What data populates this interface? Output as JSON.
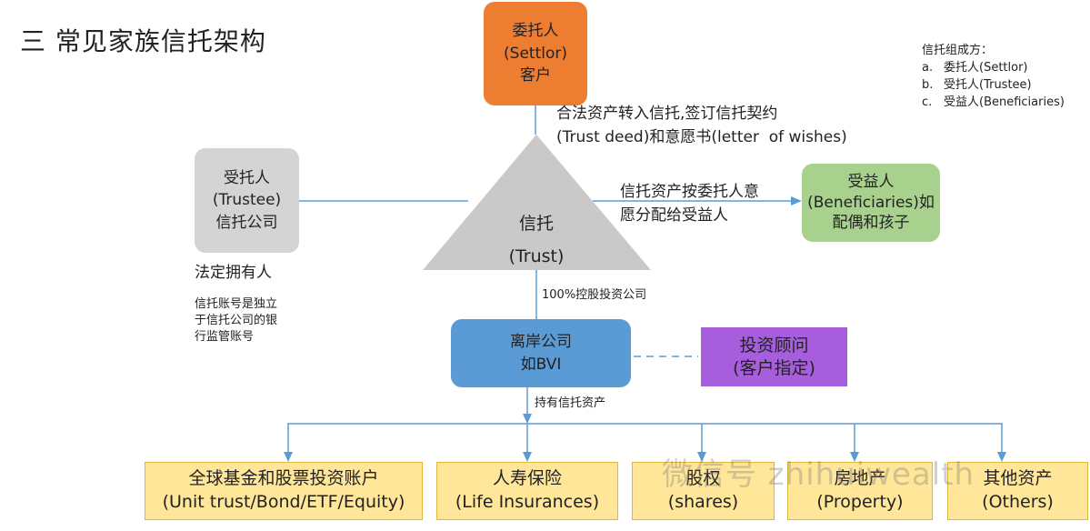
{
  "title": "三 常见家族信托架构",
  "legend": {
    "heading": "信托组成方：",
    "items": [
      {
        "marker": "a.",
        "text": "委托人(Settlor)"
      },
      {
        "marker": "b.",
        "text": "受托人(Trustee)"
      },
      {
        "marker": "c.",
        "text": "受益人(Beneficiaries)"
      }
    ]
  },
  "nodes": {
    "settlor": {
      "line1": "委托人",
      "line2": "(Settlor)",
      "line3": "客户"
    },
    "trustee": {
      "line1": "受托人",
      "line2": "(Trustee)",
      "line3": "信托公司"
    },
    "trust": {
      "line1": "信托",
      "line2": "(Trust)"
    },
    "beneficiaries": {
      "line1": "受益人",
      "line2": "(Beneficiaries)如",
      "line3": "配偶和孩子"
    },
    "offshore": {
      "line1": "离岸公司",
      "line2": "如BVI"
    },
    "advisor": {
      "line1": "投资顾问",
      "line2": "(客户指定)"
    }
  },
  "notes": {
    "deed": {
      "line1": "合法资产转入信托,签订信托契约",
      "line2": "(Trust deed)和意愿书(letter  of wishes)"
    },
    "distribution": {
      "line1": "信托资产按委托人意",
      "line2": "愿分配给受益人"
    },
    "legal_owner": "法定拥有人",
    "account": {
      "line1": "信托账号是独立",
      "line2": "于信托公司的银",
      "line3": "行监管账号"
    },
    "holding": "100%控股投资公司",
    "hold_assets": "持有信托资产"
  },
  "assets": [
    {
      "line1": "全球基金和股票投资账户",
      "line2": "(Unit trust/Bond/ETF/Equity)"
    },
    {
      "line1": "人寿保险",
      "line2": "(Life Insurances)"
    },
    {
      "line1": "股权",
      "line2": "(shares)"
    },
    {
      "line1": "房地产",
      "line2": "(Property)"
    },
    {
      "line1": "其他资产",
      "line2": "(Others)"
    }
  ],
  "watermark": "微信号 zhihuiwealth",
  "colors": {
    "settlor": "#ED7D31",
    "trustee": "#D4D4D4",
    "trust": "#C9C9C9",
    "beneficiaries": "#A9D18E",
    "offshore": "#5B9BD5",
    "advisor": "#A65EDC",
    "assets_fill": "#FFE699",
    "connector": "#5B9BD5"
  }
}
